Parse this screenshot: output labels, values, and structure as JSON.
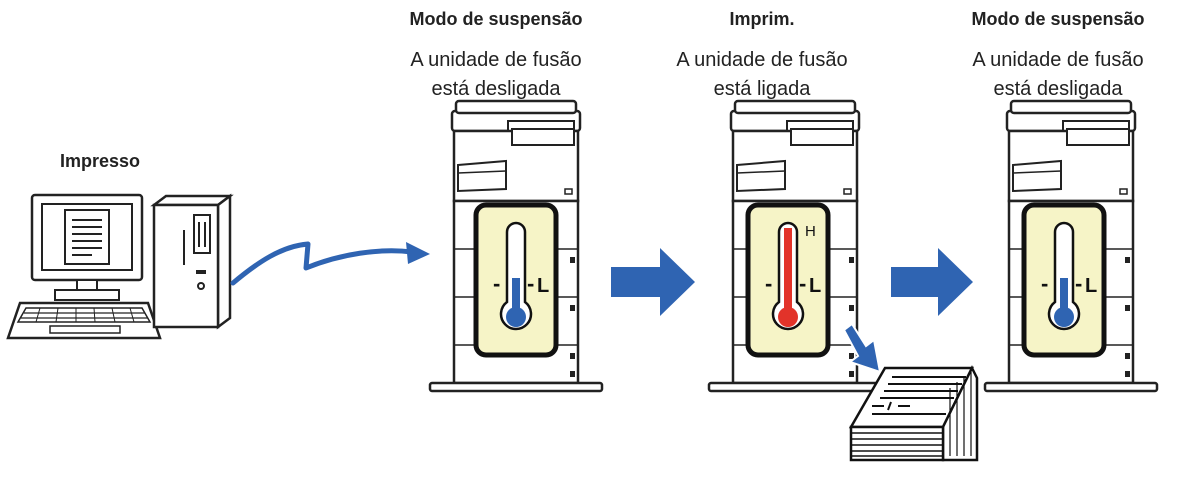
{
  "left": {
    "title": "Impresso"
  },
  "stages": [
    {
      "title": "Modo de suspensão",
      "line1": "A unidade de fusão",
      "line2": "está desligada",
      "state": "cold"
    },
    {
      "title": "Imprim.",
      "line1": "A unidade de fusão",
      "line2": "está ligada",
      "state": "hot"
    },
    {
      "title": "Modo de suspensão",
      "line1": "A unidade de fusão",
      "line2": "está desligada",
      "state": "cold"
    }
  ],
  "thermo": {
    "mark_high": "H",
    "mark_low": "L",
    "mark_dash": "-"
  },
  "colors": {
    "arrow": "#2f64b2",
    "cold": "#2f64b2",
    "hot": "#e2332a",
    "panel": "#f6f4c7"
  }
}
